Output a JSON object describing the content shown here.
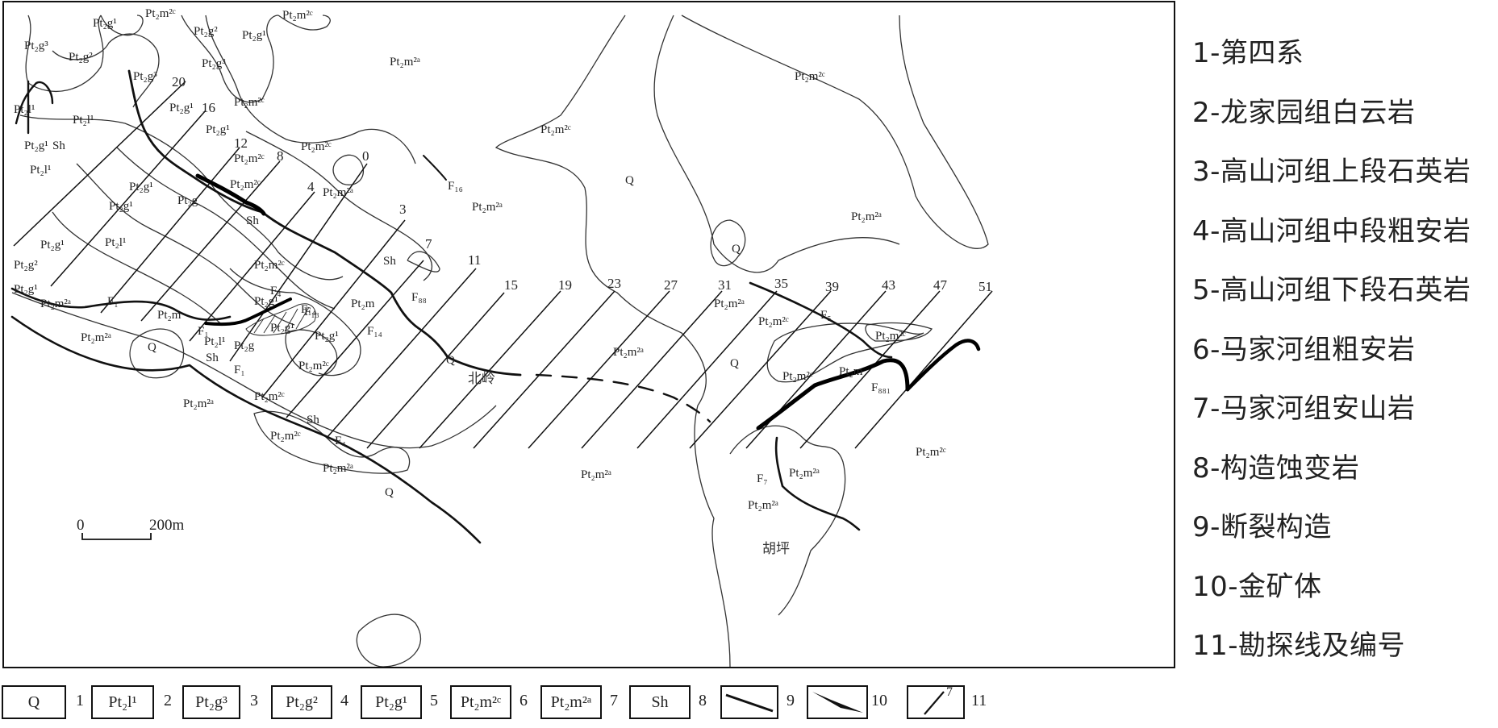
{
  "map": {
    "units": {
      "pt2m2a": "Pt₂m²ᵃ",
      "pt2m2c": "Pt₂m²ᶜ",
      "pt2m": "Pt₂m",
      "pt2l1": "Pt₂l¹",
      "pt2g": "Pt₂g",
      "pt2g1": "Pt₂g¹",
      "pt2g2": "Pt₂g²",
      "pt2g3": "Pt₂g³",
      "q": "Q",
      "sh": "Sh"
    },
    "faults": {
      "f1": "F₁",
      "f4": "F₄",
      "f5": "F₅",
      "f7": "F₇",
      "f13": "F₁₃",
      "f14": "F₁₄",
      "f16": "F₁₆",
      "f88": "F₈₈",
      "f881": "F₈₈₁"
    },
    "places": {
      "beiling": "北岭",
      "huping": "胡坪"
    },
    "exploration_lines": [
      "20",
      "16",
      "12",
      "8",
      "4",
      "0",
      "3",
      "7",
      "11",
      "15",
      "19",
      "23",
      "27",
      "31",
      "35",
      "39",
      "43",
      "47",
      "51"
    ],
    "scale_bar": {
      "start": "0",
      "end": "200m"
    }
  },
  "legend_text": [
    "1-第四系",
    "2-龙家园组白云岩",
    "3-高山河组上段石英岩",
    "4-高山河组中段粗安岩",
    "5-高山河组下段石英岩",
    "6-马家河组粗安岩",
    "7-马家河组安山岩",
    "8-构造蚀变岩",
    "9-断裂构造",
    "10-金矿体",
    "11-勘探线及编号"
  ],
  "legend_boxes": [
    {
      "label": "Q",
      "num": "1"
    },
    {
      "label": "Pt₂l¹",
      "num": "2"
    },
    {
      "label": "Pt₂g³",
      "num": "3"
    },
    {
      "label": "Pt₂g²",
      "num": "4"
    },
    {
      "label": "Pt₂g¹",
      "num": "5"
    },
    {
      "label": "Pt₂m²ᶜ",
      "num": "6"
    },
    {
      "label": "Pt₂m²ᵃ",
      "num": "7"
    },
    {
      "label": "Sh",
      "num": "8"
    },
    {
      "label": "",
      "num": "9"
    },
    {
      "label": "",
      "num": "10"
    },
    {
      "label": "7",
      "num": "11"
    }
  ],
  "colors": {
    "line": "#111111",
    "contact": "#333333",
    "background": "#ffffff"
  }
}
